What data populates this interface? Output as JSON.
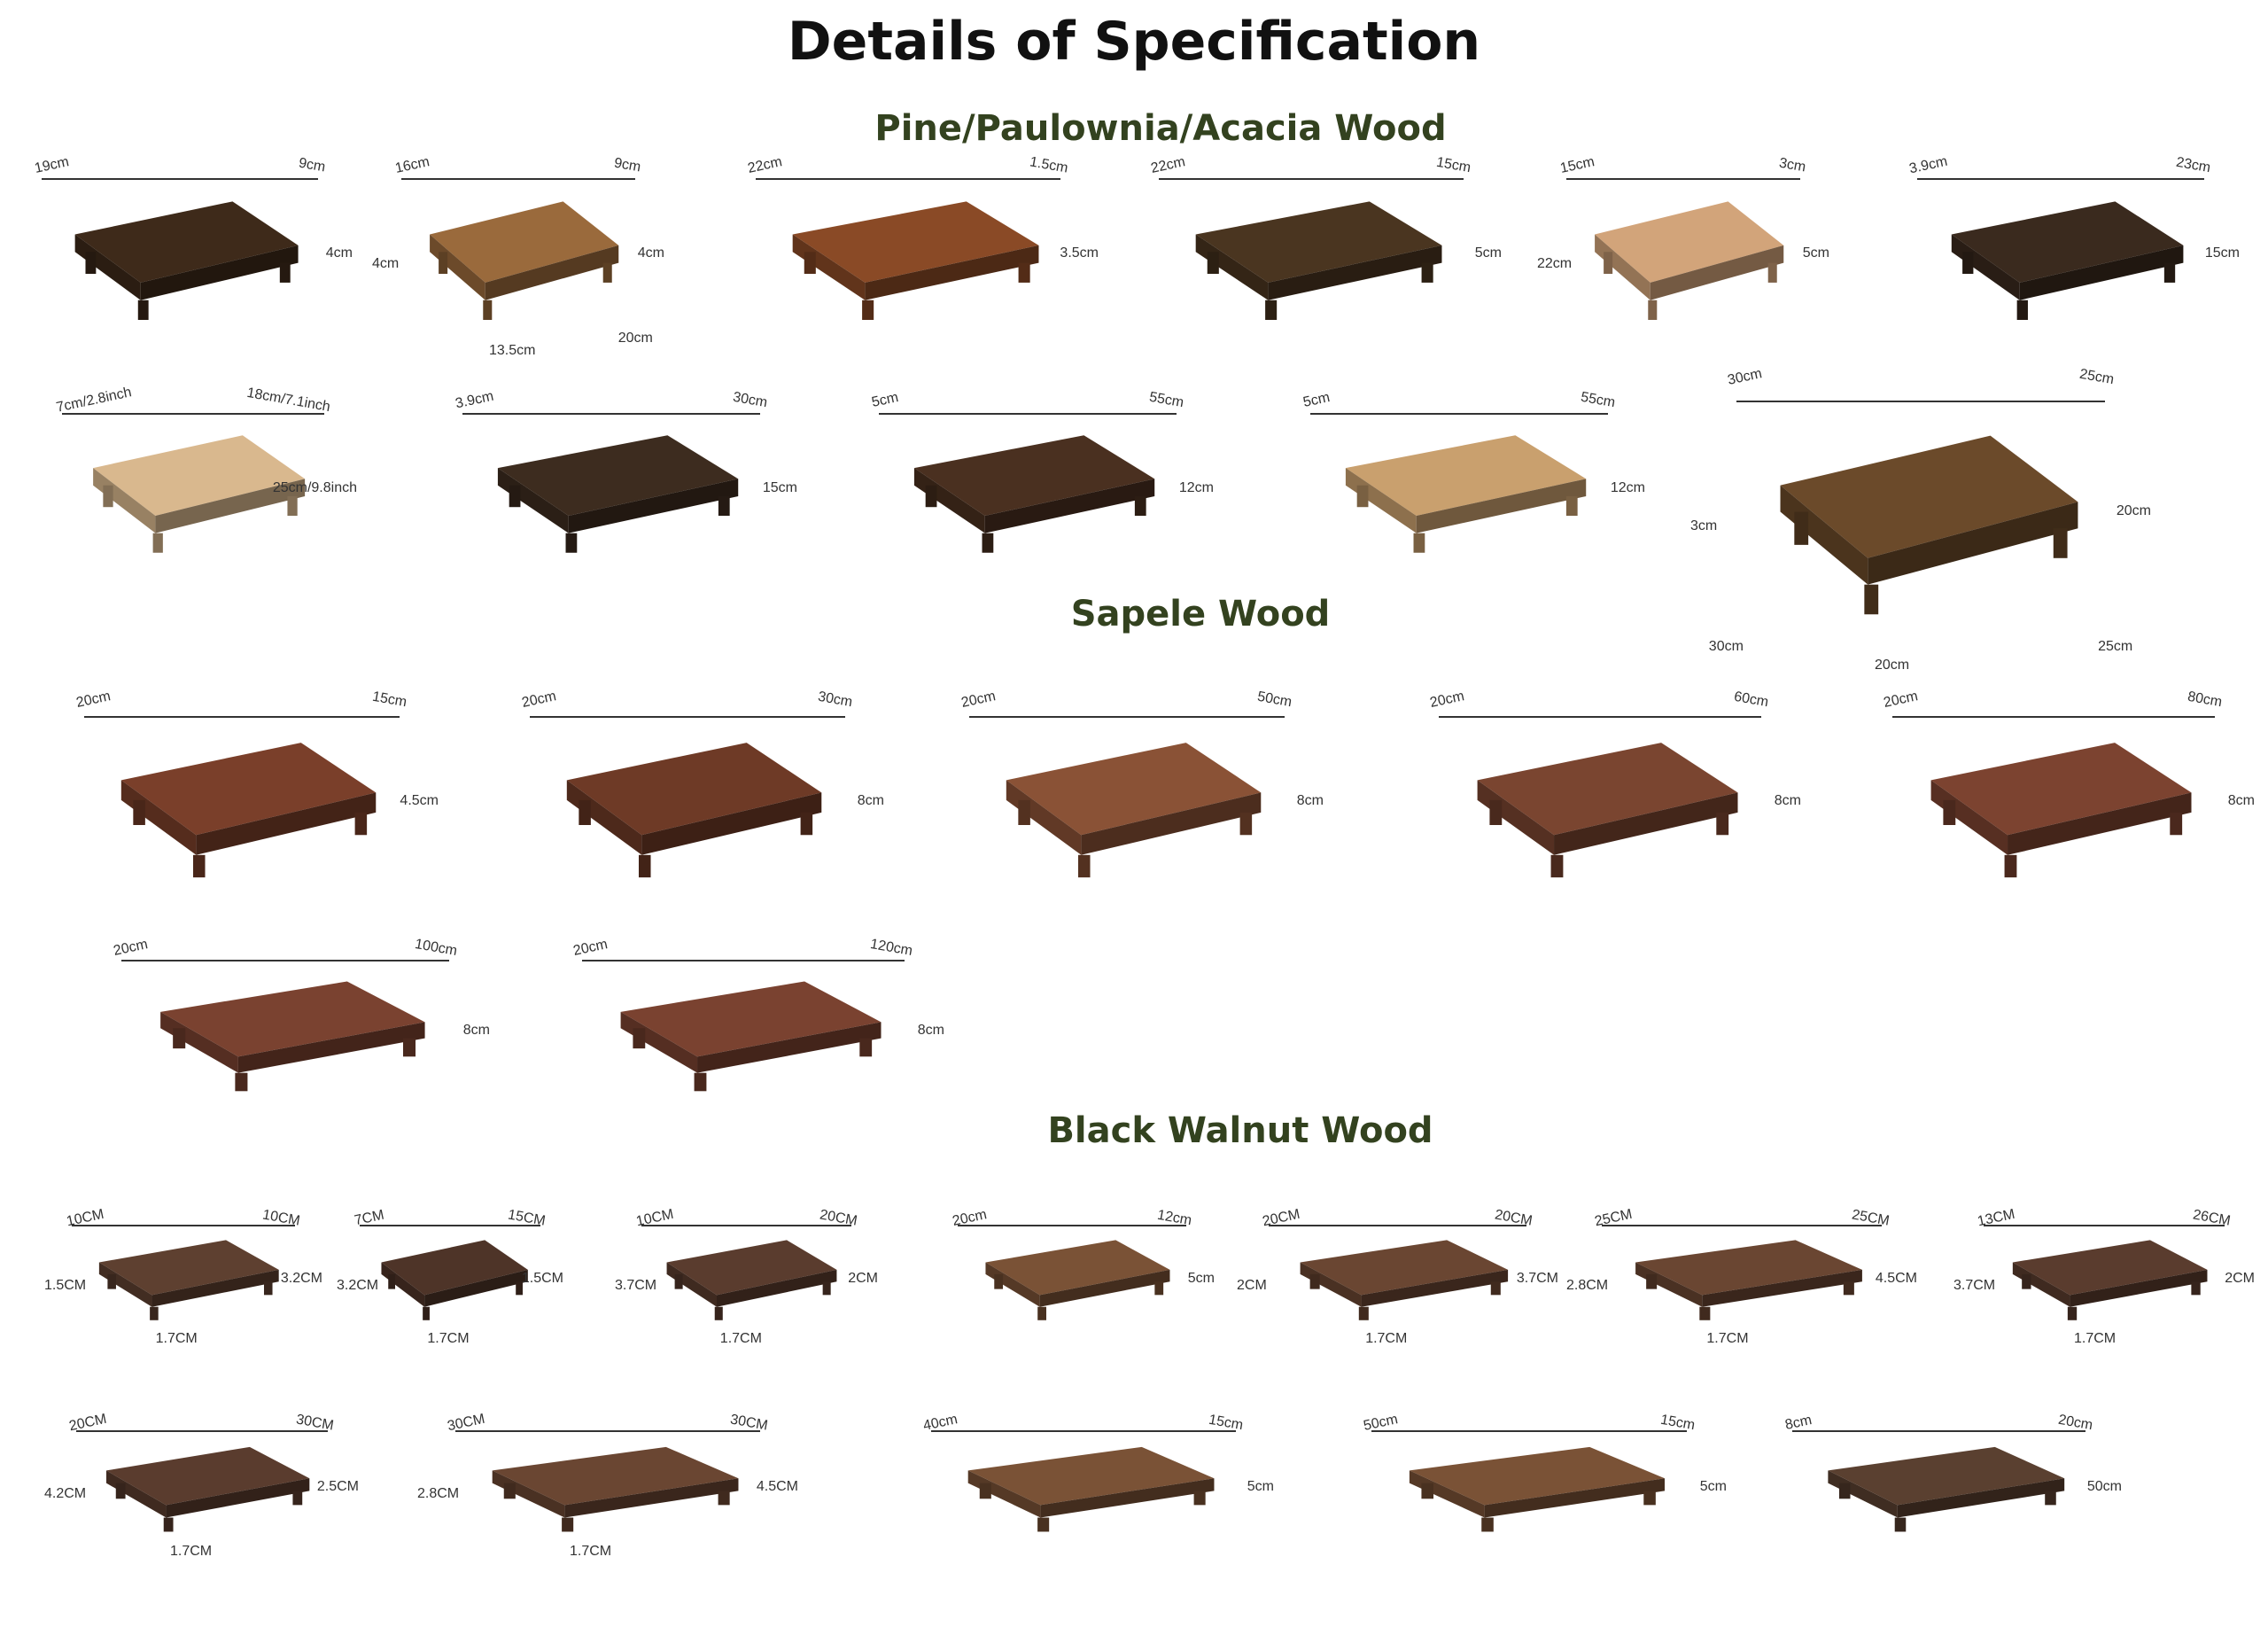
{
  "title": "Details of Specification",
  "sections": [
    {
      "name": "Pine/Paulownia/Acacia Wood",
      "items": [
        {
          "labels": [
            "19cm",
            "9cm",
            "4cm"
          ],
          "tone": "#3e2a1a"
        },
        {
          "labels": [
            "16cm",
            "9cm",
            "4cm",
            "4cm",
            "13.5cm",
            "20cm"
          ],
          "tone": "#9a6a3c"
        },
        {
          "labels": [
            "22cm",
            "1.5cm",
            "3.5cm"
          ],
          "tone": "#8a4a26"
        },
        {
          "labels": [
            "22cm",
            "15cm",
            "5cm"
          ],
          "tone": "#4a3520"
        },
        {
          "labels": [
            "15cm",
            "3cm",
            "5cm",
            "22cm"
          ],
          "tone": "#d2a47a"
        },
        {
          "labels": [
            "3.9cm",
            "23cm",
            "15cm"
          ],
          "tone": "#3a2a1e"
        },
        {
          "labels": [
            "7cm/2.8inch",
            "18cm/7.1inch",
            "25cm/9.8inch"
          ],
          "tone": "#d9b88e"
        },
        {
          "labels": [
            "3.9cm",
            "30cm",
            "15cm"
          ],
          "tone": "#3d2c1f"
        },
        {
          "labels": [
            "5cm",
            "55cm",
            "12cm"
          ],
          "tone": "#4a3020"
        },
        {
          "labels": [
            "5cm",
            "55cm",
            "12cm"
          ],
          "tone": "#c9a06e"
        },
        {
          "labels": [
            "30cm",
            "25cm",
            "20cm",
            "3cm",
            "20cm",
            "25cm",
            "30cm"
          ],
          "tone": "#6b4a2a"
        }
      ]
    },
    {
      "name": "Sapele Wood",
      "items": [
        {
          "labels": [
            "20cm",
            "15cm",
            "4.5cm"
          ],
          "tone": "#7a3f2a"
        },
        {
          "labels": [
            "20cm",
            "30cm",
            "8cm"
          ],
          "tone": "#6e3a26"
        },
        {
          "labels": [
            "20cm",
            "50cm",
            "8cm"
          ],
          "tone": "#8a5236"
        },
        {
          "labels": [
            "20cm",
            "60cm",
            "8cm"
          ],
          "tone": "#7a4530"
        },
        {
          "labels": [
            "20cm",
            "80cm",
            "8cm"
          ],
          "tone": "#7c4330"
        },
        {
          "labels": [
            "20cm",
            "100cm",
            "8cm"
          ],
          "tone": "#7a4230"
        },
        {
          "labels": [
            "20cm",
            "120cm",
            "8cm"
          ],
          "tone": "#7a4230"
        }
      ]
    },
    {
      "name": "Black Walnut Wood",
      "items": [
        {
          "labels": [
            "10CM",
            "10CM",
            "3.2CM",
            "1.5CM",
            "1.7CM"
          ],
          "tone": "#5e4030"
        },
        {
          "labels": [
            "7CM",
            "15CM",
            "1.5CM",
            "3.2CM",
            "1.7CM"
          ],
          "tone": "#4e3428"
        },
        {
          "labels": [
            "10CM",
            "20CM",
            "2CM",
            "3.7CM",
            "1.7CM"
          ],
          "tone": "#5a3c2e"
        },
        {
          "labels": [
            "20cm",
            "12cm",
            "5cm"
          ],
          "tone": "#7a5236"
        },
        {
          "labels": [
            "20CM",
            "20CM",
            "3.7CM",
            "2CM",
            "1.7CM"
          ],
          "tone": "#6a4632"
        },
        {
          "labels": [
            "25CM",
            "25CM",
            "4.5CM",
            "2.8CM",
            "1.7CM"
          ],
          "tone": "#6a4632"
        },
        {
          "labels": [
            "13CM",
            "26CM",
            "2CM",
            "3.7CM",
            "1.7CM"
          ],
          "tone": "#5a3c2e"
        },
        {
          "labels": [
            "20CM",
            "30CM",
            "2.5CM",
            "4.2CM",
            "1.7CM"
          ],
          "tone": "#5a3c2e"
        },
        {
          "labels": [
            "30CM",
            "30CM",
            "4.5CM",
            "2.8CM",
            "1.7CM"
          ],
          "tone": "#6a4632"
        },
        {
          "labels": [
            "40cm",
            "15cm",
            "5cm"
          ],
          "tone": "#7a5236"
        },
        {
          "labels": [
            "50cm",
            "15cm",
            "5cm"
          ],
          "tone": "#7a5236"
        },
        {
          "labels": [
            "8cm",
            "20cm",
            "50cm"
          ],
          "tone": "#5a4030"
        }
      ]
    }
  ]
}
